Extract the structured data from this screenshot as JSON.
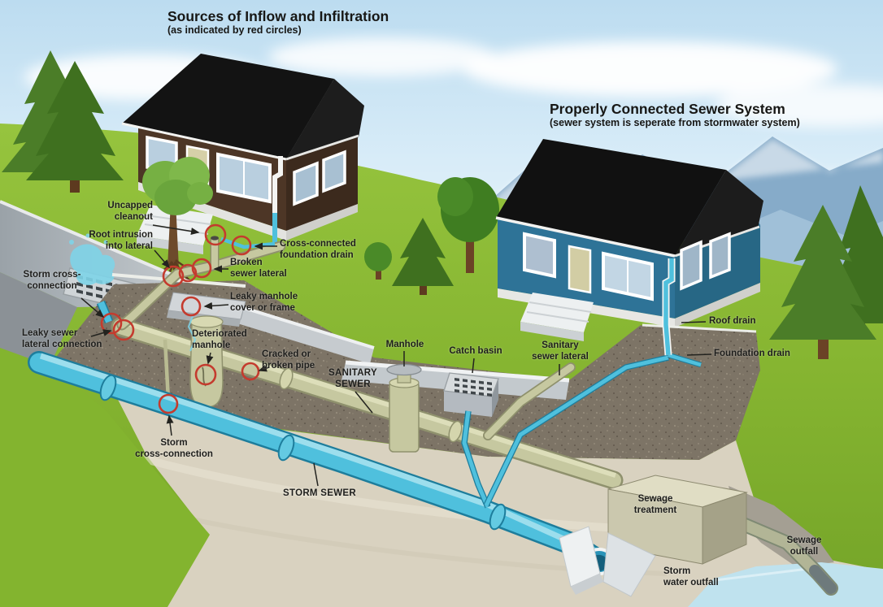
{
  "titles": {
    "inflow": {
      "heading": "Sources of Inflow and Infiltration",
      "subheading": "(as indicated by red circles)"
    },
    "proper": {
      "heading": "Properly Connected Sewer System",
      "subheading": "(sewer system is seperate from stormwater system)"
    }
  },
  "labels": {
    "uncapped_cleanout": "Uncapped\ncleanout",
    "root_intrusion": "Root intrusion\ninto lateral",
    "storm_cross_connection_street": "Storm cross-\nconnection",
    "leaky_sewer_lateral": "Leaky sewer\nlateral connection",
    "cross_connected_foundation_drain": "Cross-connected\nfoundation drain",
    "broken_sewer_lateral": "Broken\nsewer lateral",
    "leaky_manhole": "Leaky manhole\ncover or frame",
    "deteriorated_manhole": "Deteriorated\nmanhole",
    "cracked_pipe": "Cracked or\nbroken pipe",
    "sanitary_sewer": "SANITARY\nSEWER",
    "manhole": "Manhole",
    "catch_basin": "Catch basin",
    "sanitary_sewer_lateral": "Sanitary\nsewer lateral",
    "roof_drain": "Roof drain",
    "foundation_drain": "Foundation drain",
    "storm_cross_connection_pipe": "Storm\ncross-connection",
    "storm_sewer": "STORM SEWER",
    "sewage_treatment": "Sewage\ntreatment",
    "sewage_outfall": "Sewage\noutfall",
    "storm_water_outfall": "Storm\nwater outfall"
  },
  "colors": {
    "sky": "#cde7f5",
    "mountains": "#86abc9",
    "grass": "#8ab832",
    "soil_dark": "#7d7466",
    "soil_light": "#d9d2c0",
    "sanitary_pipe": "#c6c8a0",
    "storm_pipe": "#4fc0dd",
    "defect_circle": "#c43b2e",
    "left_house_wall": "#4d3626",
    "right_house_wall": "#2e7397",
    "roof": "#151515",
    "water": "#bfe2ee"
  }
}
